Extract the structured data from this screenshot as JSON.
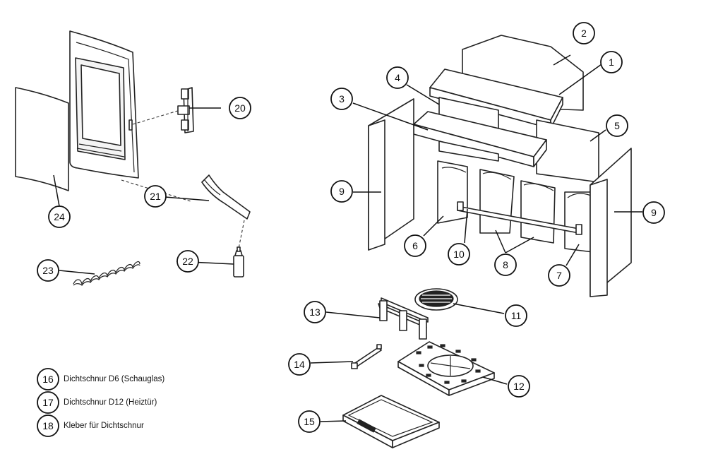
{
  "callouts": {
    "c1": "1",
    "c2": "2",
    "c3": "3",
    "c4": "4",
    "c5": "5",
    "c6": "6",
    "c7": "7",
    "c8": "8",
    "c9a": "9",
    "c9b": "9",
    "c10": "10",
    "c11": "11",
    "c12": "12",
    "c13": "13",
    "c14": "14",
    "c15": "15",
    "c20": "20",
    "c21": "21",
    "c22": "22",
    "c23": "23",
    "c24": "24"
  },
  "legend": [
    {
      "num": "16",
      "text": "Dichtschnur D6 (Schauglas)"
    },
    {
      "num": "17",
      "text": "Dichtschnur D12 (Heiztür)"
    },
    {
      "num": "18",
      "text": "Kleber für Dichtschnur"
    }
  ]
}
